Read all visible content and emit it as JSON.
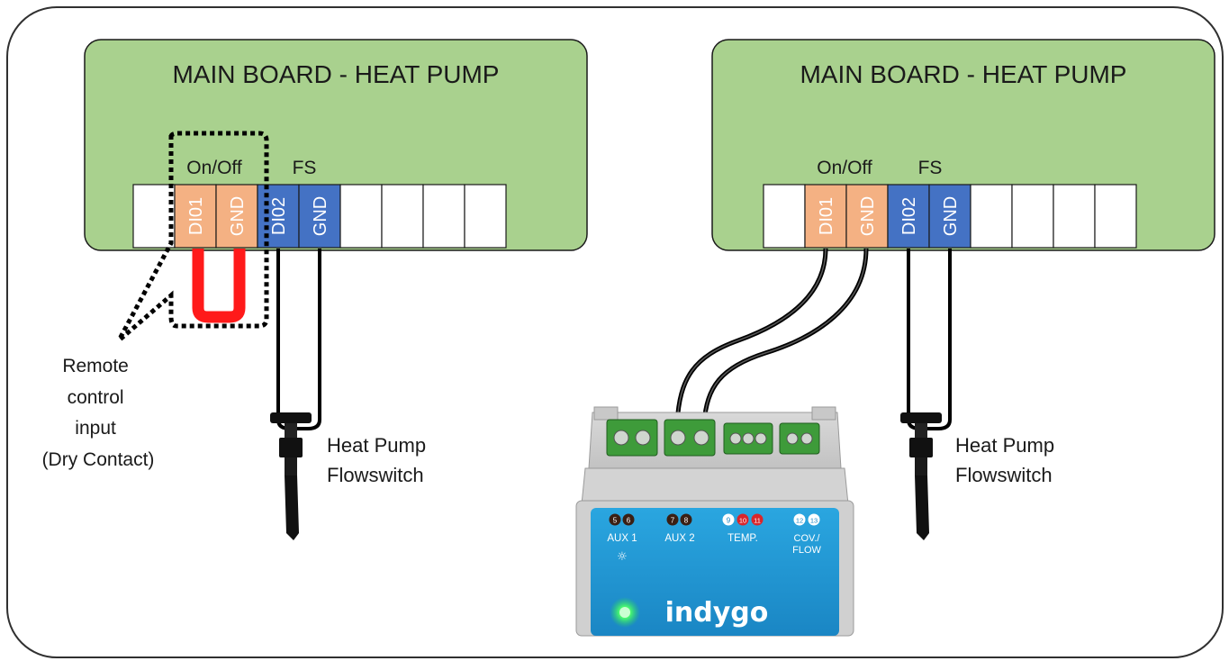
{
  "left_board": {
    "title": "MAIN BOARD - HEAT PUMP",
    "group_onoff": "On/Off",
    "group_fs": "FS",
    "terminals": [
      "DI01",
      "GND",
      "DI02",
      "GND"
    ],
    "callout_lines": [
      "Remote",
      "control",
      "input",
      "(Dry Contact)"
    ],
    "flowswitch_lines": [
      "Heat Pump",
      "Flowswitch"
    ]
  },
  "right_board": {
    "title": "MAIN BOARD - HEAT PUMP",
    "group_onoff": "On/Off",
    "group_fs": "FS",
    "terminals": [
      "DI01",
      "GND",
      "DI02",
      "GND"
    ],
    "flowswitch_lines": [
      "Heat Pump",
      "Flowswitch"
    ]
  },
  "device": {
    "brand": "indygo",
    "ports": [
      {
        "nums": [
          "5",
          "6"
        ],
        "label": "AUX 1"
      },
      {
        "nums": [
          "7",
          "8"
        ],
        "label": "AUX 2"
      },
      {
        "nums": [
          "9",
          "10",
          "11"
        ],
        "label": "TEMP."
      },
      {
        "nums": [
          "12",
          "13"
        ],
        "label": "COV./",
        "label2": "FLOW"
      }
    ]
  },
  "colors": {
    "board": "#a9d18e",
    "onoff_terminal": "#f4b183",
    "fs_terminal": "#4472c4",
    "jumper": "#ff1a1a",
    "device_panel": "#1f9bd7",
    "led": "#38e86a"
  }
}
